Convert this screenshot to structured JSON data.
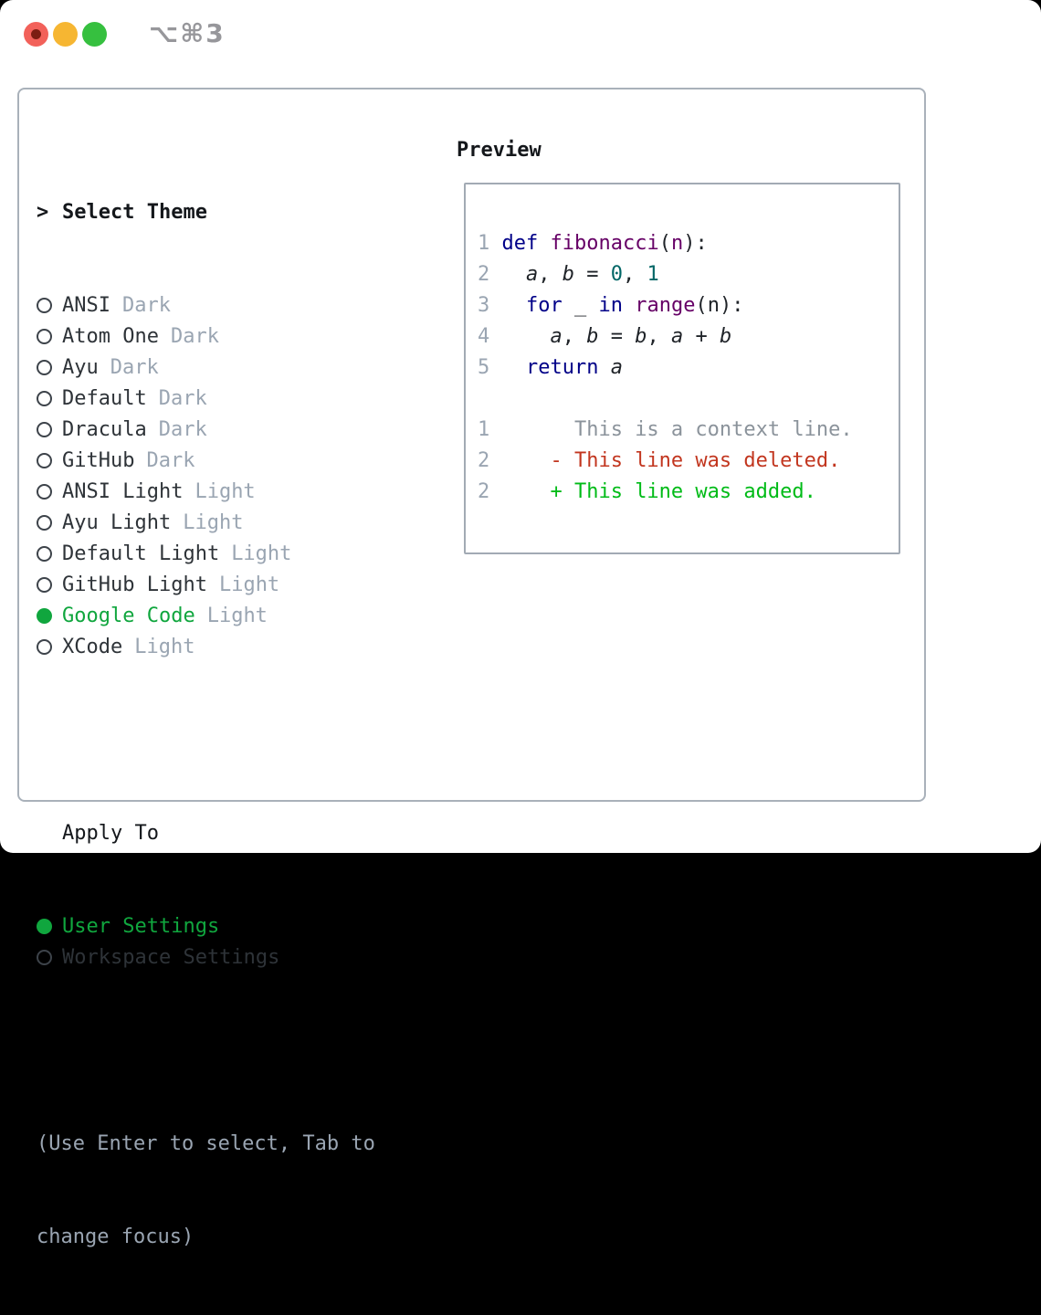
{
  "window": {
    "title_shortcut": "⌥⌘3"
  },
  "traffic_lights": [
    {
      "name": "close",
      "color": "#f2615a",
      "inner_dot": "#7c1d12"
    },
    {
      "name": "minimize",
      "color": "#f6b632",
      "inner_dot": null
    },
    {
      "name": "zoom",
      "color": "#36c03f",
      "inner_dot": null
    }
  ],
  "theme_panel": {
    "header": {
      "prompt": ">",
      "label": "Select Theme"
    },
    "themes": [
      {
        "name": "ANSI",
        "variant": "Dark",
        "selected": false
      },
      {
        "name": "Atom One",
        "variant": "Dark",
        "selected": false
      },
      {
        "name": "Ayu",
        "variant": "Dark",
        "selected": false
      },
      {
        "name": "Default",
        "variant": "Dark",
        "selected": false
      },
      {
        "name": "Dracula",
        "variant": "Dark",
        "selected": false
      },
      {
        "name": "GitHub",
        "variant": "Dark",
        "selected": false
      },
      {
        "name": "ANSI Light",
        "variant": "Light",
        "selected": false
      },
      {
        "name": "Ayu Light",
        "variant": "Light",
        "selected": false
      },
      {
        "name": "Default Light",
        "variant": "Light",
        "selected": false
      },
      {
        "name": "GitHub Light",
        "variant": "Light",
        "selected": false
      },
      {
        "name": "Google Code",
        "variant": "Light",
        "selected": true
      },
      {
        "name": "XCode",
        "variant": "Light",
        "selected": false
      }
    ],
    "apply_to": {
      "label": "Apply To",
      "options": [
        {
          "label": "User Settings",
          "selected": true
        },
        {
          "label": "Workspace Settings",
          "selected": false
        }
      ]
    },
    "help_lines": [
      "(Use Enter to select, Tab to",
      "change focus)"
    ]
  },
  "preview": {
    "label": "Preview",
    "code_lines": [
      {
        "num": "1",
        "tokens": [
          [
            "p",
            " "
          ],
          [
            "k",
            "def"
          ],
          [
            "p",
            " "
          ],
          [
            "f",
            "fibonacci"
          ],
          [
            "p",
            "("
          ],
          [
            "f",
            "n"
          ],
          [
            "p",
            "):"
          ]
        ]
      },
      {
        "num": "2",
        "tokens": [
          [
            "p",
            "   "
          ],
          [
            "v",
            "a"
          ],
          [
            "p",
            ", "
          ],
          [
            "v",
            "b"
          ],
          [
            "p",
            " = "
          ],
          [
            "l",
            "0"
          ],
          [
            "p",
            ", "
          ],
          [
            "l",
            "1"
          ]
        ]
      },
      {
        "num": "3",
        "tokens": [
          [
            "p",
            "   "
          ],
          [
            "k",
            "for"
          ],
          [
            "p",
            " _ "
          ],
          [
            "k",
            "in"
          ],
          [
            "p",
            " "
          ],
          [
            "f",
            "range"
          ],
          [
            "p",
            "(n):"
          ]
        ]
      },
      {
        "num": "4",
        "tokens": [
          [
            "p",
            "     "
          ],
          [
            "v",
            "a"
          ],
          [
            "p",
            ", "
          ],
          [
            "v",
            "b"
          ],
          [
            "p",
            " = "
          ],
          [
            "v",
            "b"
          ],
          [
            "p",
            ", "
          ],
          [
            "v",
            "a"
          ],
          [
            "p",
            " + "
          ],
          [
            "v",
            "b"
          ]
        ]
      },
      {
        "num": "5",
        "tokens": [
          [
            "p",
            "   "
          ],
          [
            "k",
            "return"
          ],
          [
            "p",
            " "
          ],
          [
            "v",
            "a"
          ]
        ]
      },
      {
        "num": "",
        "tokens": []
      },
      {
        "num": "1",
        "tokens": [
          [
            "cx",
            "       This is a context line."
          ]
        ]
      },
      {
        "num": "2",
        "tokens": [
          [
            "dl",
            "     - This line was deleted."
          ]
        ]
      },
      {
        "num": "2",
        "tokens": [
          [
            "ad",
            "     + This line was added."
          ]
        ]
      }
    ]
  },
  "colors": {
    "accent_green": "#10a63e",
    "theme_text": "#2e3338",
    "muted": "#9aa5b2",
    "header_text": "#14171b",
    "panel_border": "#a9b1ba",
    "box_border": "#a2aab4",
    "kw": "#000088",
    "fn": "#660066",
    "lit": "#006666",
    "pln": "#1f2328",
    "ctx": "#8b939b",
    "del": "#c2361f",
    "add": "#00bb17",
    "title_gray": "#97979b"
  }
}
